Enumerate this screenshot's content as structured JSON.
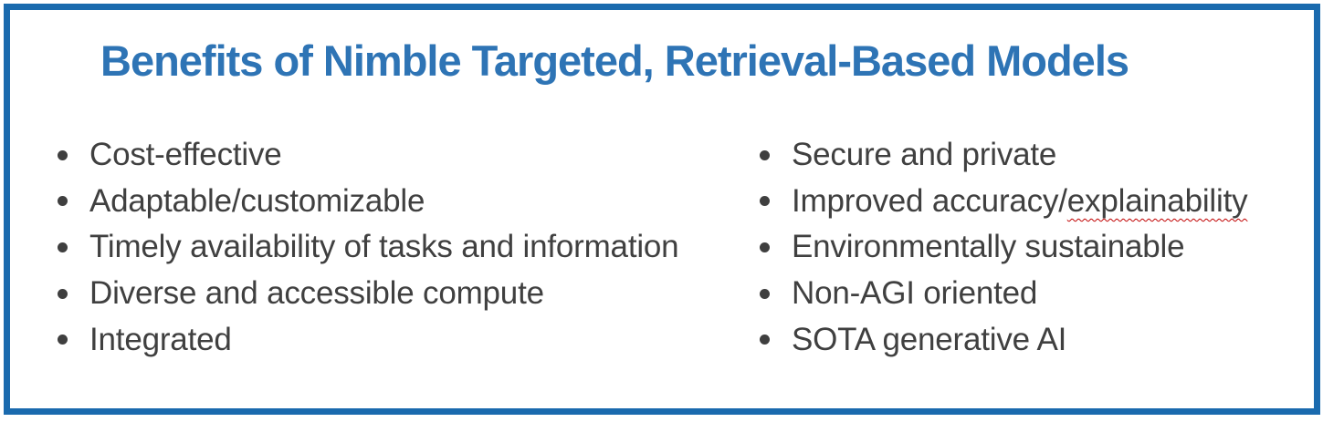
{
  "slide": {
    "title": "Benefits of Nimble Targeted, Retrieval-Based Models",
    "colors": {
      "border_blue": "#1a6aae",
      "title_blue": "#2e74b5",
      "text_gray": "#404040",
      "bullet_gray": "#3f3f3f",
      "spellcheck_red": "#c00000"
    }
  },
  "bullets": {
    "left": [
      {
        "text": "Cost-effective"
      },
      {
        "text": "Adaptable/customizable"
      },
      {
        "text": "Timely availability of tasks and information"
      },
      {
        "text": "Diverse and accessible compute"
      },
      {
        "text": "Integrated"
      }
    ],
    "right": [
      {
        "text": "Secure and private"
      },
      {
        "text_prefix": "Improved accuracy/",
        "misspelled_word": "explainability"
      },
      {
        "text": "Environmentally sustainable"
      },
      {
        "text": "Non-AGI oriented"
      },
      {
        "text": "SOTA generative AI"
      }
    ]
  }
}
